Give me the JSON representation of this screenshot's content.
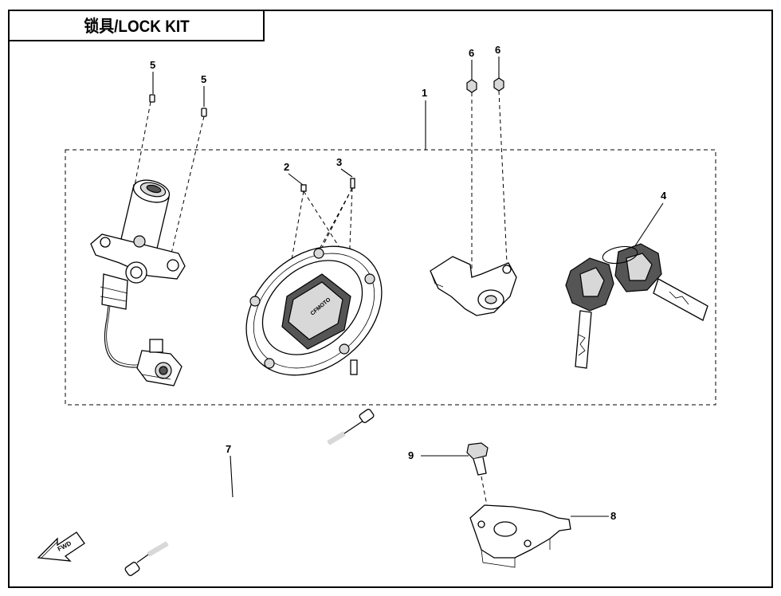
{
  "title": "锁具/LOCK KIT",
  "callouts": {
    "c1": "1",
    "c2": "2",
    "c3": "3",
    "c4": "4",
    "c5a": "5",
    "c5b": "5",
    "c6a": "6",
    "c6b": "6",
    "c7": "7",
    "c8": "8",
    "c9": "9"
  },
  "direction_label": "FWD"
}
